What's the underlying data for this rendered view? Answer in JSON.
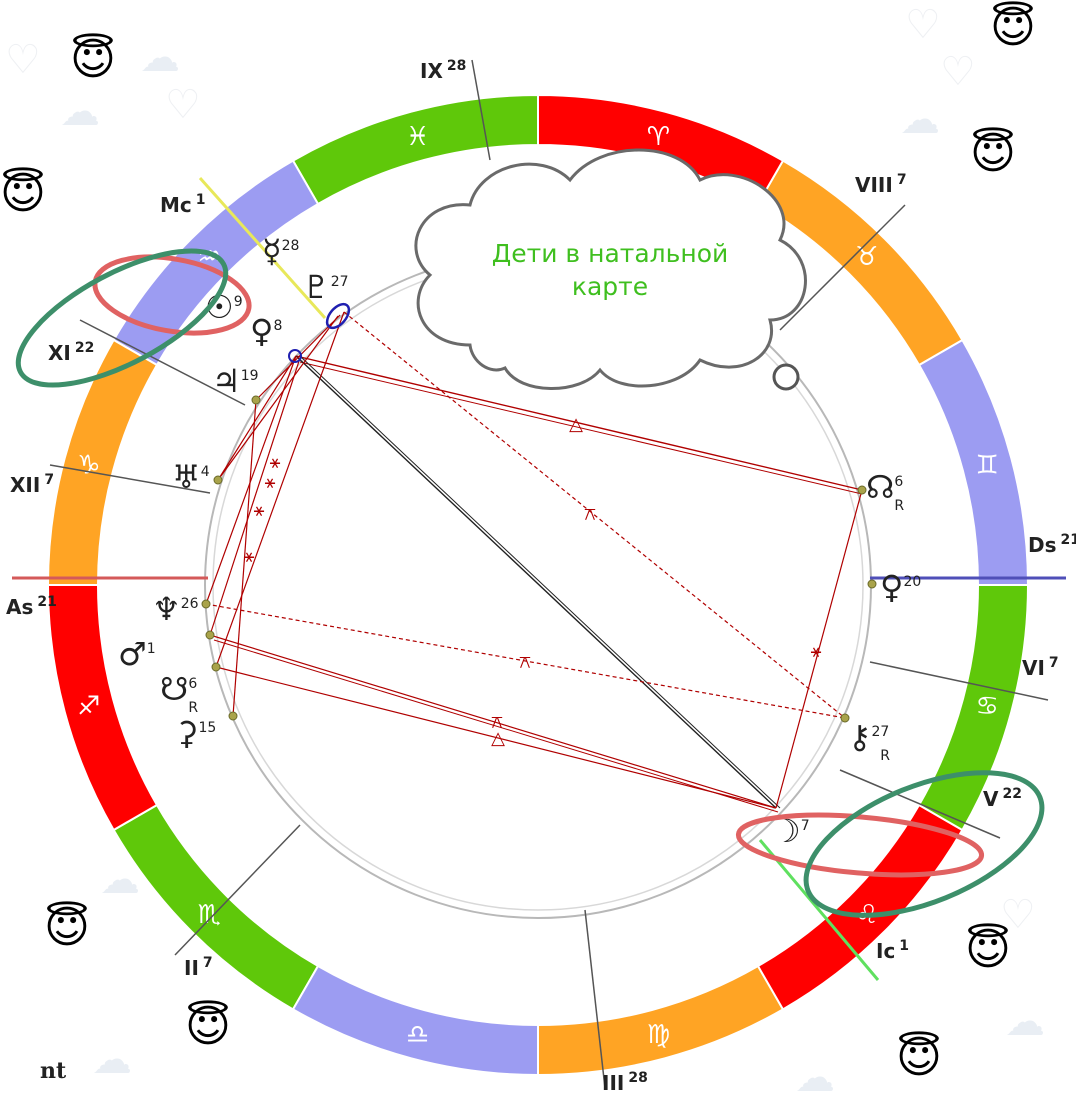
{
  "title": "Дети в натальной карте",
  "signature": "nt",
  "colors": {
    "fire": "#ff0000",
    "earth": "#ffa424",
    "air": "#9c9cf2",
    "water": "#5fc80a",
    "aspect_red": "#b00000",
    "aspect_black": "#222222",
    "circle_red": "#e06262",
    "circle_green": "#3d8f6a",
    "ascendant_line": "#d45a5a",
    "descendant_line": "#4f4fb8",
    "mc_line": "#e8e85a",
    "ic_line": "#5fe05f",
    "highlight_blue": "#1f1fb0"
  },
  "signs": [
    {
      "name": "scorpio",
      "glyph": "♏",
      "element": "water",
      "angle": -225
    },
    {
      "name": "libra",
      "glyph": "♎",
      "element": "air",
      "angle": -255
    },
    {
      "name": "virgo",
      "glyph": "♍",
      "element": "earth",
      "angle": -285
    },
    {
      "name": "leo",
      "glyph": "♌",
      "element": "fire",
      "angle": -315
    },
    {
      "name": "cancer",
      "glyph": "♋",
      "element": "water",
      "angle": -345
    },
    {
      "name": "gemini",
      "glyph": "♊",
      "element": "air",
      "angle": -375
    },
    {
      "name": "taurus",
      "glyph": "♉",
      "element": "earth",
      "angle": -405
    },
    {
      "name": "aries",
      "glyph": "♈",
      "element": "fire",
      "angle": -435
    },
    {
      "name": "pisces",
      "glyph": "♓",
      "element": "water",
      "angle": -465
    },
    {
      "name": "aquarius",
      "glyph": "♒",
      "element": "air",
      "angle": -495
    },
    {
      "name": "capricorn",
      "glyph": "♑",
      "element": "earth",
      "angle": -525
    },
    {
      "name": "sagittarius",
      "glyph": "♐",
      "element": "fire",
      "angle": -555
    }
  ],
  "houses": [
    {
      "label": "As",
      "deg": "21"
    },
    {
      "label": "XII",
      "deg": "7"
    },
    {
      "label": "XI",
      "deg": "22"
    },
    {
      "label": "Mc",
      "deg": "1"
    },
    {
      "label": "IX",
      "deg": "28"
    },
    {
      "label": "VIII",
      "deg": "7"
    },
    {
      "label": "Ds",
      "deg": "21"
    },
    {
      "label": "VI",
      "deg": "7"
    },
    {
      "label": "V",
      "deg": "22"
    },
    {
      "label": "Ic",
      "deg": "1"
    },
    {
      "label": "III",
      "deg": "28"
    },
    {
      "label": "II",
      "deg": "7"
    }
  ],
  "planets": [
    {
      "name": "sun",
      "glyph": "☉",
      "deg": "9",
      "retro": ""
    },
    {
      "name": "venus",
      "glyph": "♀",
      "deg": "8",
      "retro": ""
    },
    {
      "name": "mercury",
      "glyph": "☿",
      "deg": "28",
      "retro": ""
    },
    {
      "name": "pluto",
      "glyph": "♇",
      "deg": "27",
      "retro": ""
    },
    {
      "name": "jupiter",
      "glyph": "♃",
      "deg": "19",
      "retro": ""
    },
    {
      "name": "uranus",
      "glyph": "♅",
      "deg": "4",
      "retro": ""
    },
    {
      "name": "neptune",
      "glyph": "♆",
      "deg": "26",
      "retro": ""
    },
    {
      "name": "mars",
      "glyph": "♂",
      "deg": "1",
      "retro": ""
    },
    {
      "name": "south-node",
      "glyph": "☋",
      "deg": "6",
      "retro": "R"
    },
    {
      "name": "ceres",
      "glyph": "⚳",
      "deg": "15",
      "retro": ""
    },
    {
      "name": "north-node",
      "glyph": "☊",
      "deg": "6",
      "retro": "R"
    },
    {
      "name": "proserpina",
      "glyph": "♀",
      "deg": "20",
      "retro": ""
    },
    {
      "name": "chiron",
      "glyph": "⚷",
      "deg": "27",
      "retro": "R"
    },
    {
      "name": "moon",
      "glyph": "☽",
      "deg": "7",
      "retro": ""
    }
  ],
  "aspect_glyphs": {
    "trine": "△",
    "quincunx": "⚻",
    "sextile": "⚹"
  }
}
